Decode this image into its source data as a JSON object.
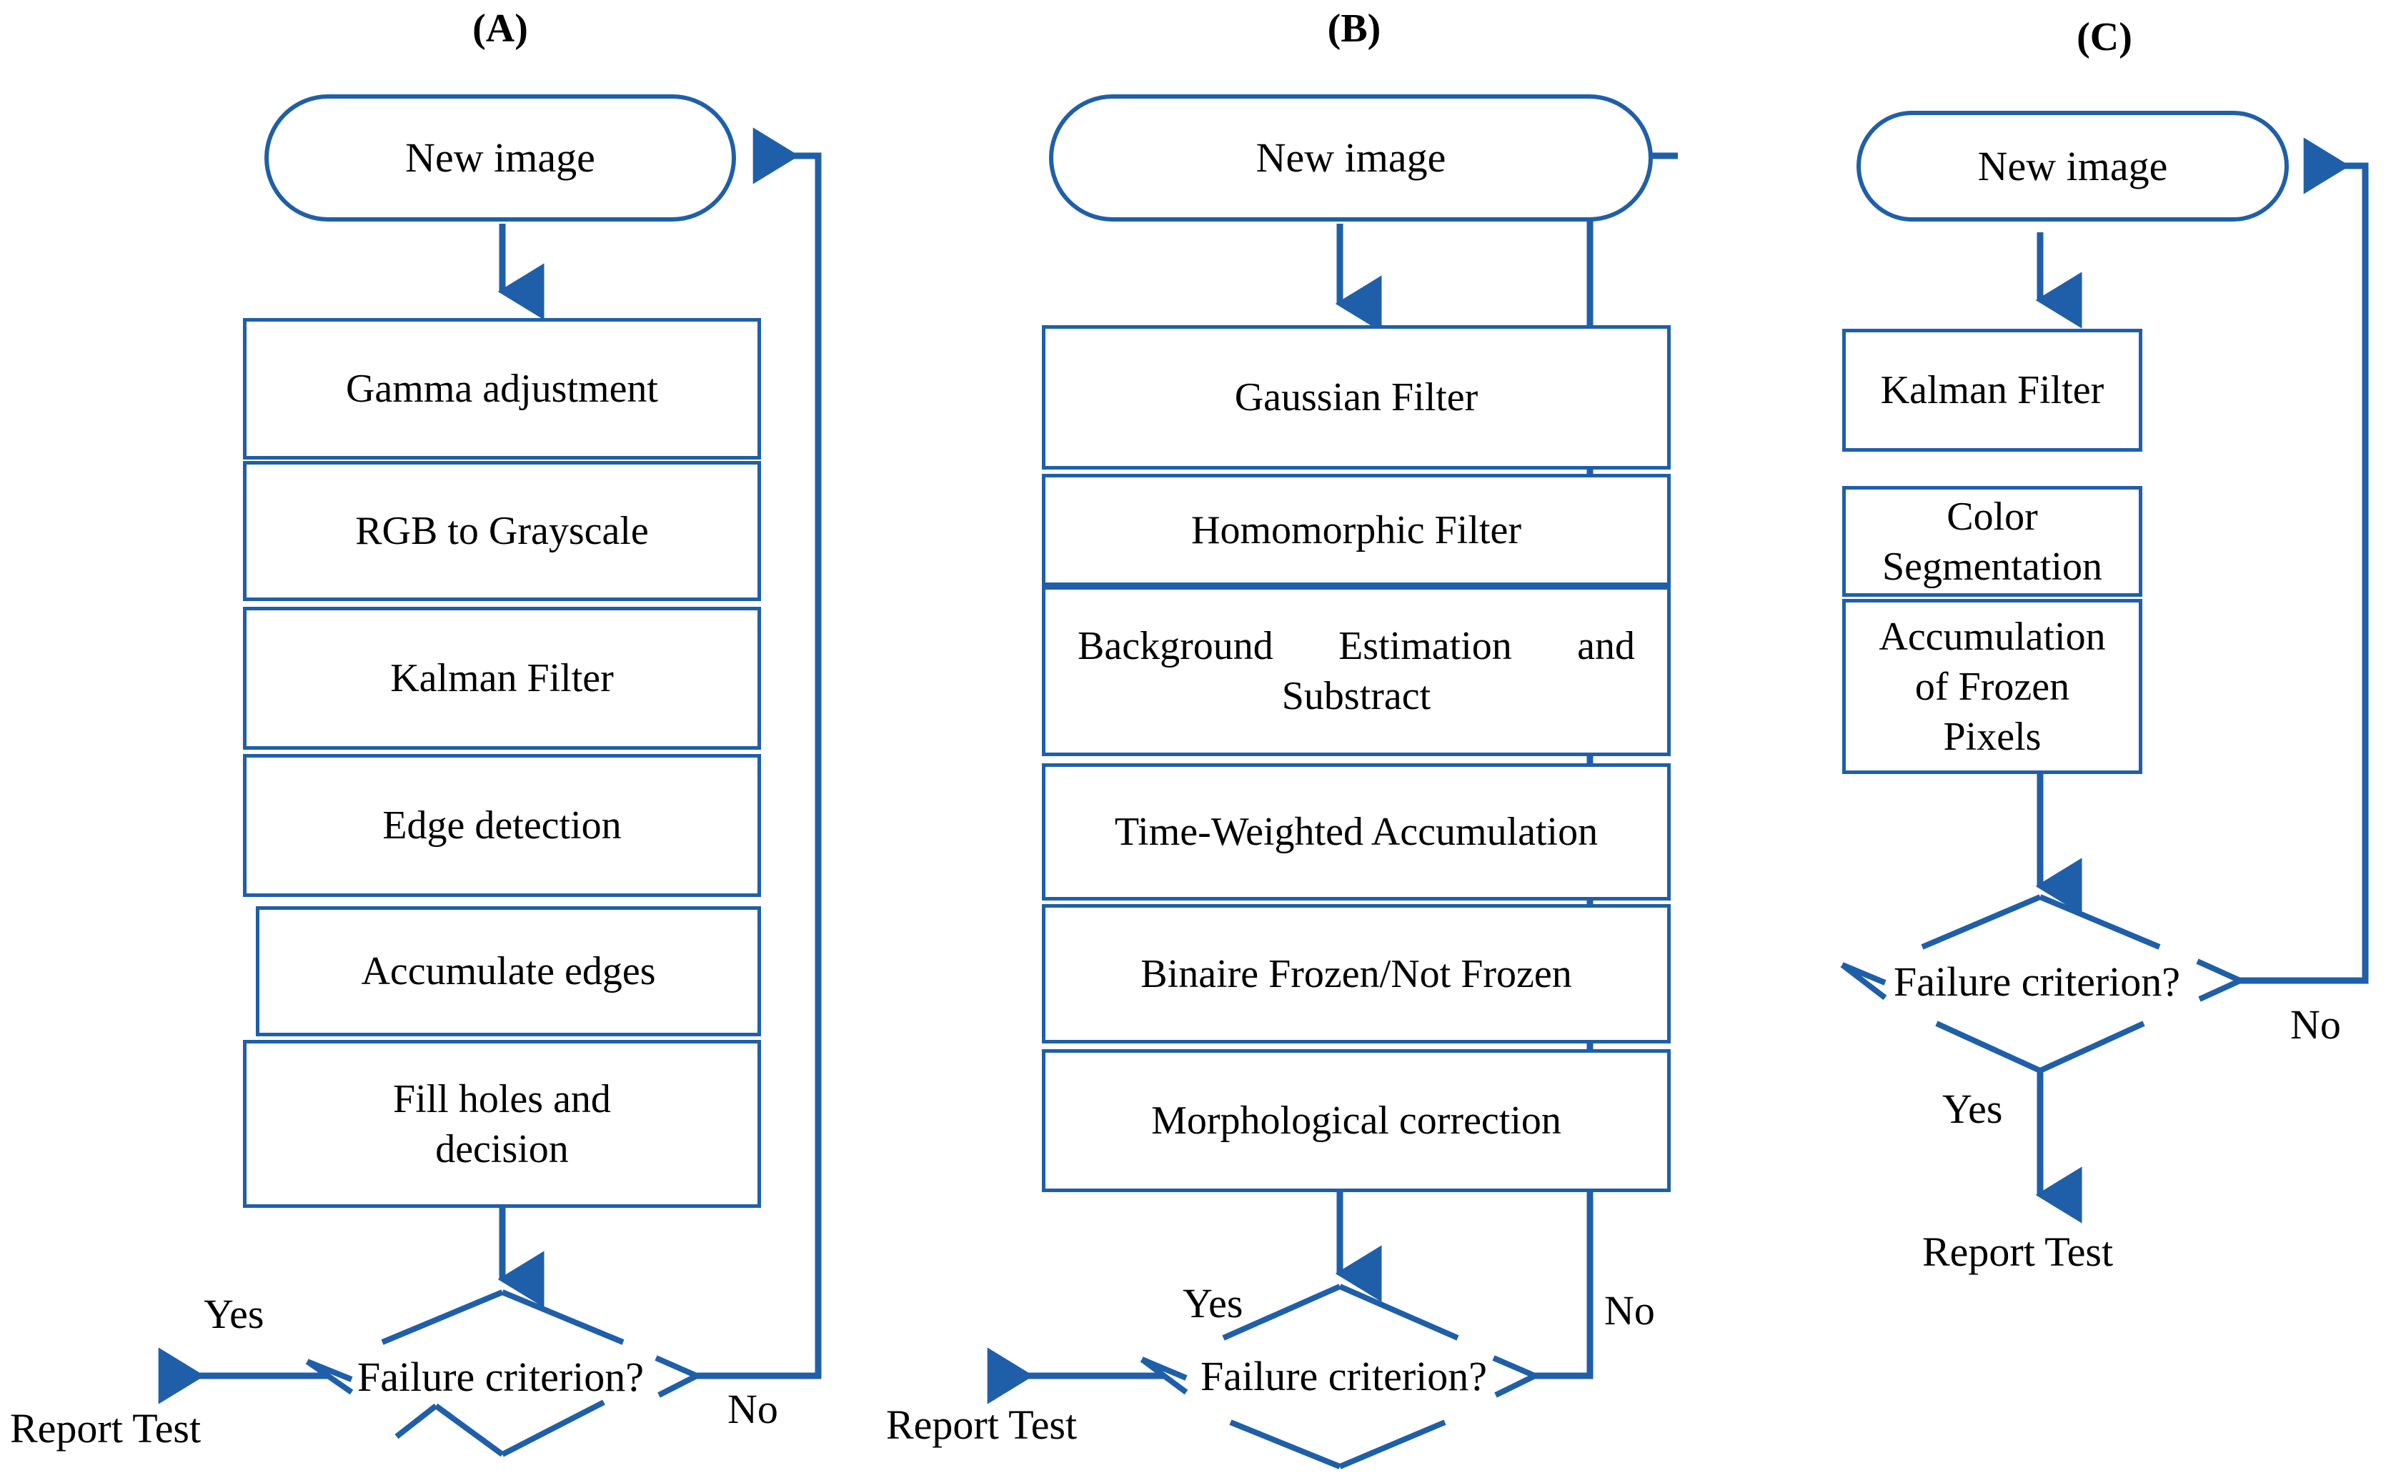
{
  "figure": {
    "columns": [
      {
        "id": "A",
        "title": "(A)",
        "start": "New image",
        "steps": [
          "Gamma adjustment",
          "RGB to Grayscale",
          "Kalman Filter",
          "Edge detection",
          "Accumulate edges",
          "Fill holes and decision"
        ],
        "decision": "Failure criterion?",
        "yes_label": "Yes",
        "no_label": "No",
        "terminal": "Report Test",
        "yes_direction": "left",
        "no_direction": "right-loop-to-start"
      },
      {
        "id": "B",
        "title": "(B)",
        "start": "New image",
        "steps": [
          "Gaussian Filter",
          "Homomorphic Filter",
          "Background Estimation and Substract",
          "Time-Weighted Accumulation",
          "Binaire Frozen/Not Frozen",
          "Morphological correction"
        ],
        "decision": "Failure criterion?",
        "yes_label": "Yes",
        "no_label": "No",
        "terminal": "Report Test",
        "yes_direction": "left",
        "no_direction": "right-loop-to-start"
      },
      {
        "id": "C",
        "title": "(C)",
        "start": "New image",
        "steps": [
          "Kalman Filter",
          "Color Segmentation",
          "Accumulation of Frozen Pixels"
        ],
        "decision": "Failure criterion?",
        "yes_label": "Yes",
        "no_label": "No",
        "terminal": "Report Test",
        "yes_direction": "down",
        "no_direction": "right-loop-to-start"
      }
    ],
    "colors": {
      "line": "#1F5FA9",
      "text": "#000000",
      "background": "#FFFFFF"
    }
  }
}
